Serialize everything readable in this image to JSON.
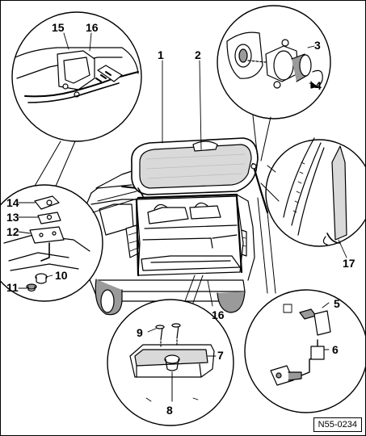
{
  "callouts": {
    "c1": "1",
    "c2": "2",
    "c3": "3",
    "c4": "4",
    "c5": "5",
    "c6": "6",
    "c7": "7",
    "c8": "8",
    "c9": "9",
    "c10": "10",
    "c11": "11",
    "c12": "12",
    "c13": "13",
    "c14": "14",
    "c15": "15",
    "c16_top": "16",
    "c16_bottom": "16",
    "c17": "17"
  },
  "figure_code": "N55-0234",
  "colors": {
    "ink": "#000000",
    "panel_fill": "#ffffff",
    "glass_fill": "#d9d9d9",
    "shadow_fill": "#9a9a9a"
  }
}
